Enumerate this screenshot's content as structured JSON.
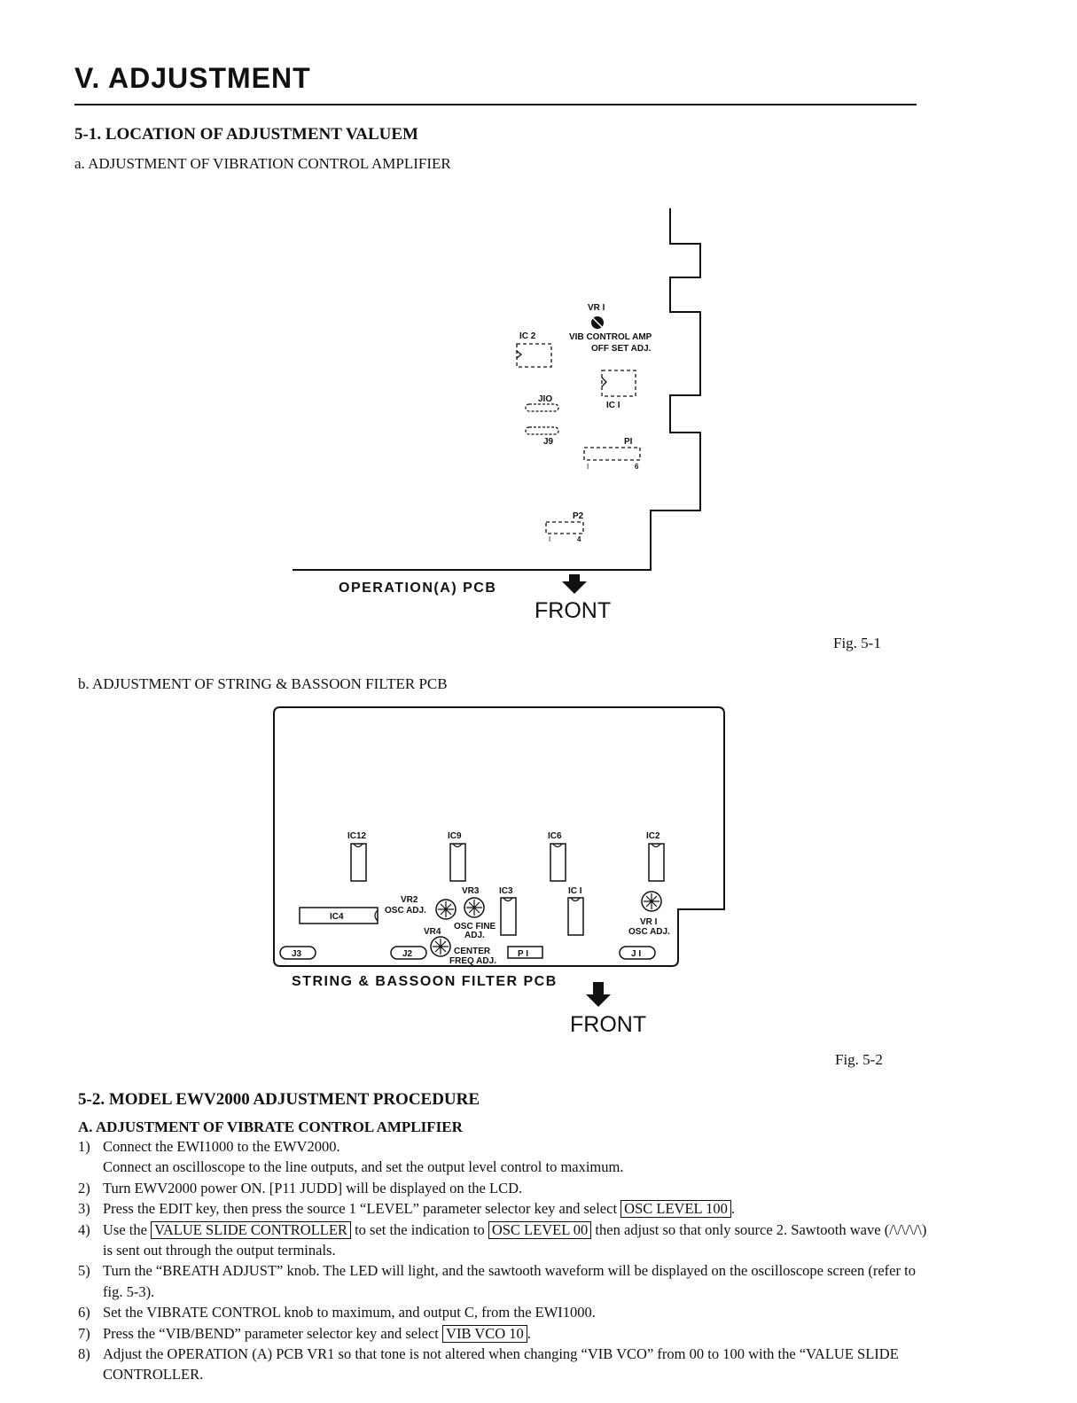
{
  "chapter_title": "V. ADJUSTMENT",
  "section_1": {
    "title": "5-1. LOCATION OF ADJUSTMENT VALUEM",
    "sub_a": "a. ADJUSTMENT OF VIBRATION CONTROL AMPLIFIER",
    "sub_b": "b. ADJUSTMENT OF STRING & BASSOON FILTER PCB"
  },
  "fig1": {
    "caption": "Fig. 5-1",
    "board_label": "OPERATION(A) PCB",
    "front_label": "FRONT",
    "labels": {
      "vr1": "VR I",
      "vr1_desc1": "VIB CONTROL AMP",
      "vr1_desc2": "OFF SET ADJ.",
      "ic2": "IC 2",
      "ic1": "IC I",
      "j10": "JIO",
      "j9": "J9",
      "p1": "PI",
      "p1_pin1": "I",
      "p1_pin6": "6",
      "p2": "P2",
      "p2_pin1": "I",
      "p2_pin4": "4"
    }
  },
  "fig2": {
    "caption": "Fig. 5-2",
    "board_label": "STRING & BASSOON FILTER PCB",
    "front_label": "FRONT",
    "labels": {
      "ic12": "IC12",
      "ic9": "IC9",
      "ic6": "IC6",
      "ic2": "IC2",
      "ic4": "IC4",
      "ic3": "IC3",
      "ic1": "IC I",
      "vr2": "VR2",
      "vr2_desc": "OSC ADJ.",
      "vr3": "VR3",
      "vr4": "VR4",
      "vr3_desc1": "OSC FINE",
      "vr3_desc2": "ADJ.",
      "vr4_desc1": "CENTER",
      "vr4_desc2": "FREQ ADJ.",
      "vr1": "VR I",
      "vr1_desc": "OSC ADJ.",
      "j3": "J3",
      "j2": "J2",
      "p1": "P I",
      "j1": "J I"
    }
  },
  "section_2": {
    "title": "5-2. MODEL EWV2000 ADJUSTMENT PROCEDURE",
    "sub_a": "A. ADJUSTMENT OF VIBRATE CONTROL AMPLIFIER",
    "steps": [
      {
        "num": "1)",
        "lines": [
          "Connect the EWI1000 to the EWV2000.",
          "Connect an oscilloscope to the line outputs, and set the output level control to maximum."
        ]
      },
      {
        "num": "2)",
        "text": "Turn EWV2000 power ON. [P11 JUDD] will be displayed on the LCD."
      },
      {
        "num": "3)",
        "pre": "Press the EDIT key, then press the source 1 “LEVEL” parameter selector key and select ",
        "box": "OSC LEVEL 100",
        "post": "."
      },
      {
        "num": "4)",
        "pre": "Use the ",
        "box": "VALUE SLIDE CONTROLLER",
        "mid": " to set the indication to ",
        "box2": "OSC LEVEL 00",
        "post": " then adjust so that only source 2. Sawtooth wave (/\\/\\/\\/\\) is sent out through the output terminals."
      },
      {
        "num": "5)",
        "text": "Turn the “BREATH ADJUST” knob. The LED will light, and the sawtooth waveform will be displayed on the oscilloscope screen (refer to fig. 5-3)."
      },
      {
        "num": "6)",
        "text": "Set the VIBRATE CONTROL knob to maximum, and output C, from the EWI1000."
      },
      {
        "num": "7)",
        "pre": "Press the “VIB/BEND” parameter selector key and select ",
        "box": "VIB VCO 10",
        "post": "."
      },
      {
        "num": "8)",
        "text": "Adjust the OPERATION (A) PCB VR1 so that tone is not altered when changing “VIB VCO” from 00 to 100 with the “VALUE SLIDE CONTROLLER."
      }
    ]
  }
}
